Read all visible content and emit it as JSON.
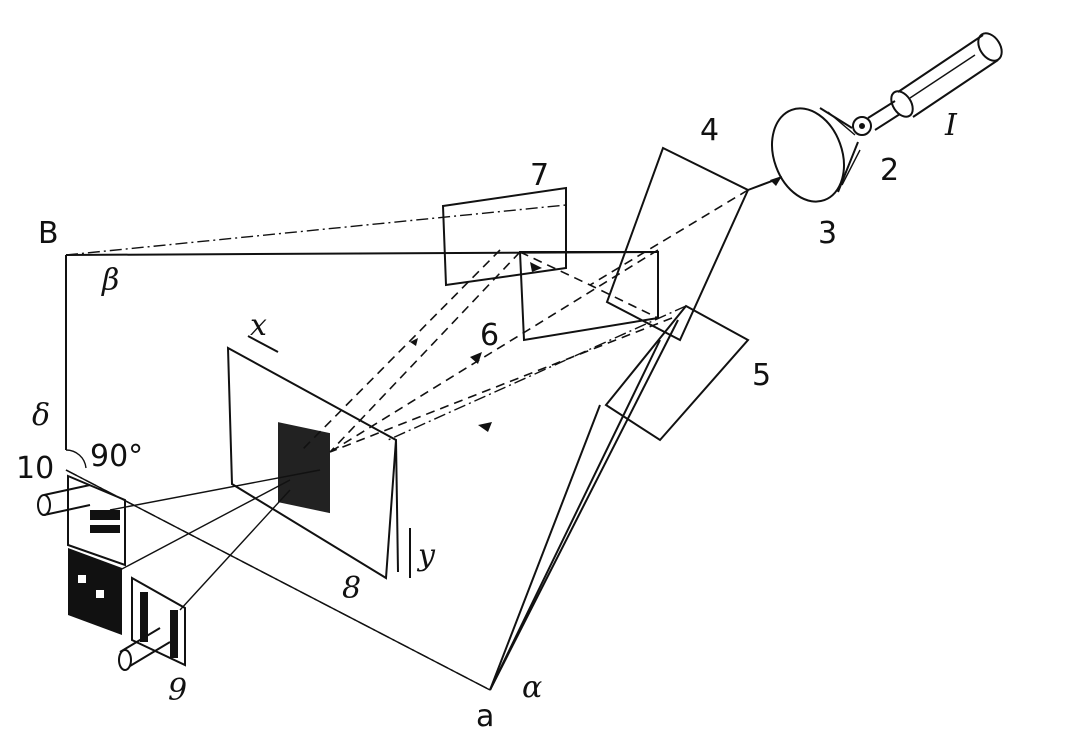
{
  "labels": {
    "n1": "I",
    "n2": "2",
    "n3": "3",
    "n4": "4",
    "n5": "5",
    "n6": "6",
    "n7": "7",
    "n8": "8",
    "n9": "9",
    "n10": "10",
    "B": "B",
    "beta": "β",
    "delta": "δ",
    "angle90": "90°",
    "x": "x",
    "y": "y",
    "alpha": "α",
    "a": "a"
  }
}
